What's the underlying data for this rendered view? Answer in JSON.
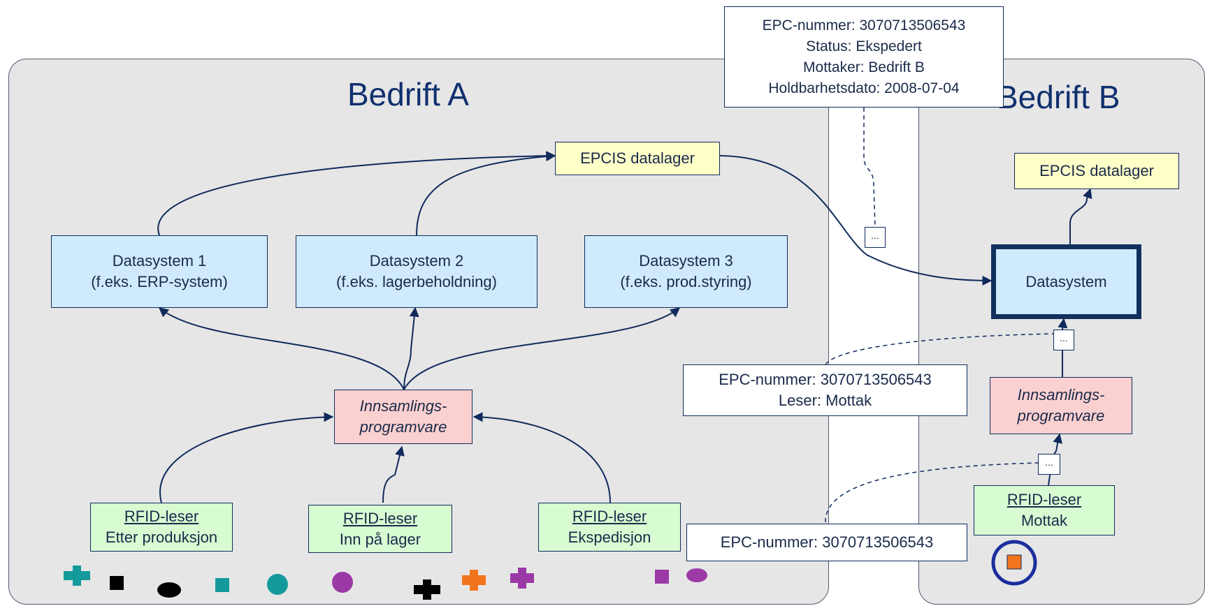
{
  "companies": {
    "a_title": "Bedrift A",
    "b_title": "Bedrift B"
  },
  "company_a": {
    "epcis": "EPCIS datalager",
    "datasystem1": {
      "line1": "Datasystem 1",
      "line2": "(f.eks. ERP-system)"
    },
    "datasystem2": {
      "line1": "Datasystem 2",
      "line2": "(f.eks. lagerbeholdning)"
    },
    "datasystem3": {
      "line1": "Datasystem 3",
      "line2": "(f.eks. prod.styring)"
    },
    "middleware": {
      "line1": "Innsamlings-",
      "line2": "programvare"
    },
    "readers": [
      {
        "title": "RFID-leser",
        "subtitle": "Etter produksjon"
      },
      {
        "title": "RFID-leser",
        "subtitle": "Inn på lager"
      },
      {
        "title": "RFID-leser",
        "subtitle": "Ekspedisjon"
      }
    ]
  },
  "company_b": {
    "epcis": "EPCIS datalager",
    "datasystem": "Datasystem",
    "middleware": {
      "line1": "Innsamlings-",
      "line2": "programvare"
    },
    "reader": {
      "title": "RFID-leser",
      "subtitle": "Mottak"
    }
  },
  "messages": {
    "epcis_event": {
      "line1": "EPC-nummer: 3070713506543",
      "line2": "Status: Ekspedert",
      "line3": "Mottaker: Bedrift B",
      "line4": "Holdbarhetsdato: 2008-07-04"
    },
    "read_event": {
      "line1": "EPC-nummer: 3070713506543",
      "line2": "Leser: Mottak"
    },
    "tag_read": "EPC-nummer: 3070713506543",
    "ellipsis": "..."
  },
  "colors": {
    "teal": "#159a9c",
    "black": "#000000",
    "purple": "#9b3aa6",
    "orange": "#f2751d",
    "ring": "#1b2e9c"
  }
}
